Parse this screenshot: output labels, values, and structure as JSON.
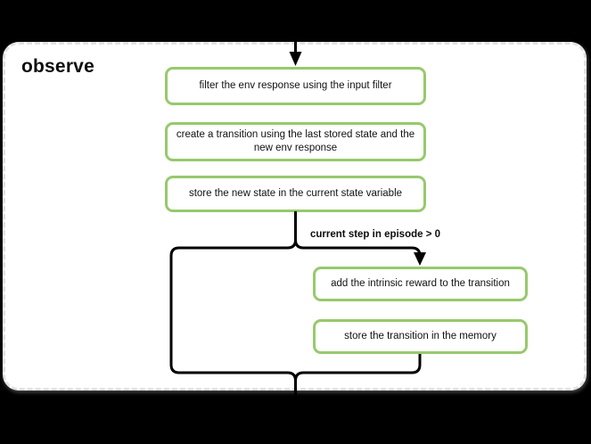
{
  "panel": {
    "title": "observe",
    "background": "#ffffff",
    "border_color": "#e2e2e2",
    "border_style": "dashed"
  },
  "canvas": {
    "background": "#000000"
  },
  "flow": {
    "main_steps": [
      "filter the env response using the input filter",
      "create a transition using the last stored state and the new env response",
      "store the new state in the current state variable"
    ],
    "condition_label": "current step in episode > 0",
    "branch_steps": [
      "add the intrinsic reward to the transition",
      "store the transition in the memory"
    ]
  },
  "style": {
    "node_border_color": "#97c96c",
    "node_fill_color": "#ffffff",
    "connector_color": "#000000",
    "text_color": "#111111"
  }
}
